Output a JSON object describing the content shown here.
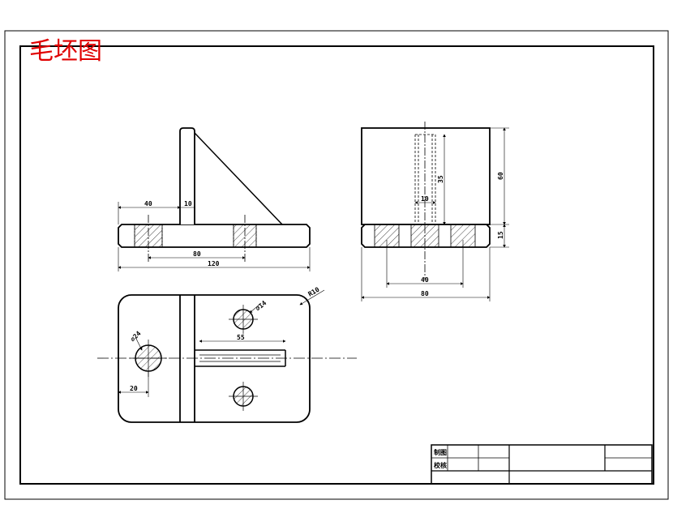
{
  "drawing_title": "毛坯图",
  "title_block": {
    "row1_label": "制图",
    "row2_label": "校核"
  },
  "front_view": {
    "dim_left_flange": "40",
    "dim_rib": "10",
    "dim_hole_spacing": "80",
    "dim_overall_length": "120"
  },
  "side_view": {
    "dim_inner": "10",
    "dim_slot_depth": "35",
    "dim_height": "60",
    "dim_base_thickness": "15",
    "dim_hole_spacing": "40",
    "dim_overall_width": "80"
  },
  "top_view": {
    "dim_slot_length": "55",
    "dim_fillet_radius": "R10",
    "dim_small_hole": "⌀14",
    "dim_large_hole": "⌀24",
    "dim_hole_offset": "20"
  },
  "colors": {
    "title": "#e00000",
    "line": "#000000",
    "paper": "#ffffff"
  }
}
